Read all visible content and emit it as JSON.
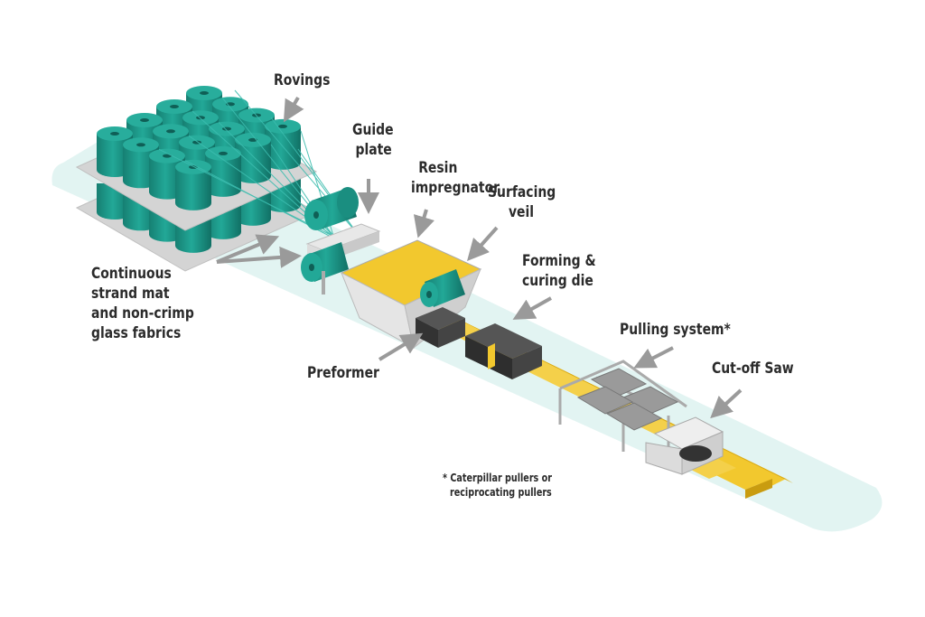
{
  "labels": {
    "rovings": "Rovings",
    "guide_plate": [
      "Guide",
      "plate"
    ],
    "resin_impregnator": [
      "Resin",
      "impregnator"
    ],
    "surfacing_veil": [
      "Surfacing",
      "veil"
    ],
    "forming_curing_die": [
      "Forming &",
      "curing die"
    ],
    "pulling_system": "Pulling system*",
    "cut_off_saw": "Cut-off Saw",
    "preformer": "Preformer",
    "mat_fabrics": [
      "Continuous",
      "strand mat",
      "and non-crimp",
      "glass fabrics"
    ]
  },
  "footnote": [
    "* Caterpillar pullers or",
    "reciprocating pullers"
  ],
  "colors": {
    "platform": "#e2f4f2",
    "spool": "#1e9c8c",
    "spool_dark": "#137a6d",
    "resin": "#f2c82e",
    "die": "#3a3a3a",
    "plate": "#d4d4d4",
    "arrow": "#9a9a9a"
  }
}
